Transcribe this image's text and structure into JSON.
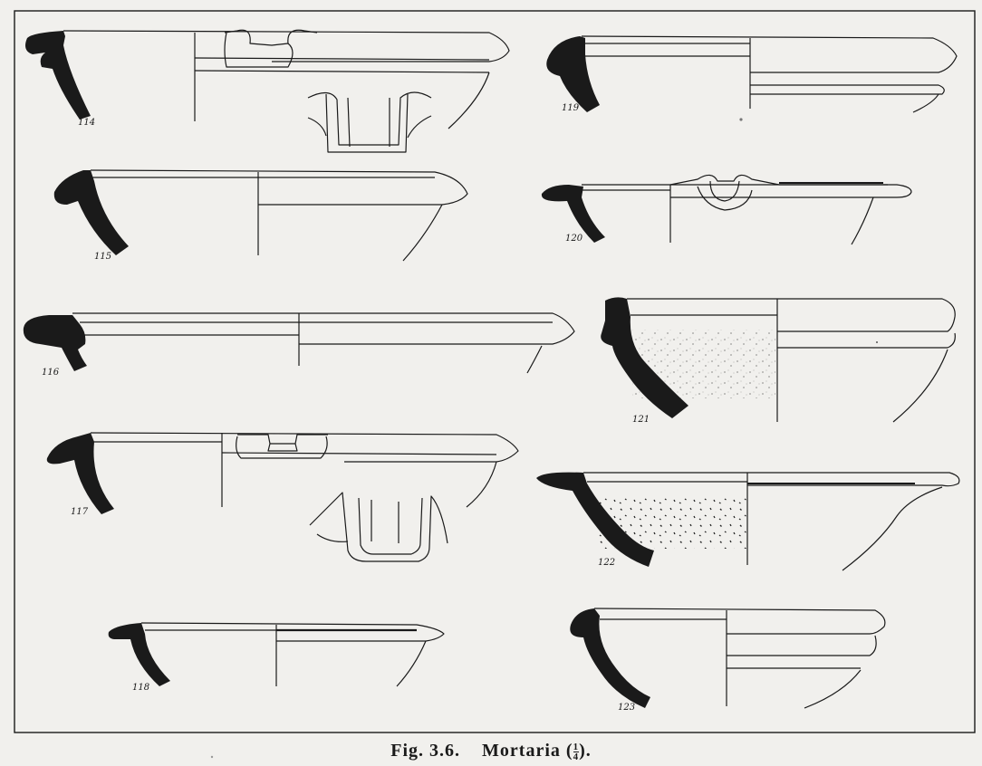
{
  "figure": {
    "caption_prefix": "Fig. 3.6.",
    "caption_title": "Mortaria (",
    "scale_numerator": "1",
    "scale_denominator": "4",
    "caption_suffix": ")."
  },
  "vessels": [
    {
      "id": "114",
      "label": "114"
    },
    {
      "id": "115",
      "label": "115"
    },
    {
      "id": "116",
      "label": "116"
    },
    {
      "id": "117",
      "label": "117"
    },
    {
      "id": "118",
      "label": "118"
    },
    {
      "id": "119",
      "label": "119"
    },
    {
      "id": "120",
      "label": "120"
    },
    {
      "id": "121",
      "label": "121"
    },
    {
      "id": "122",
      "label": "122"
    },
    {
      "id": "123",
      "label": "123"
    }
  ],
  "colors": {
    "ink": "#1a1a1a",
    "paper": "#f1f0ed"
  }
}
